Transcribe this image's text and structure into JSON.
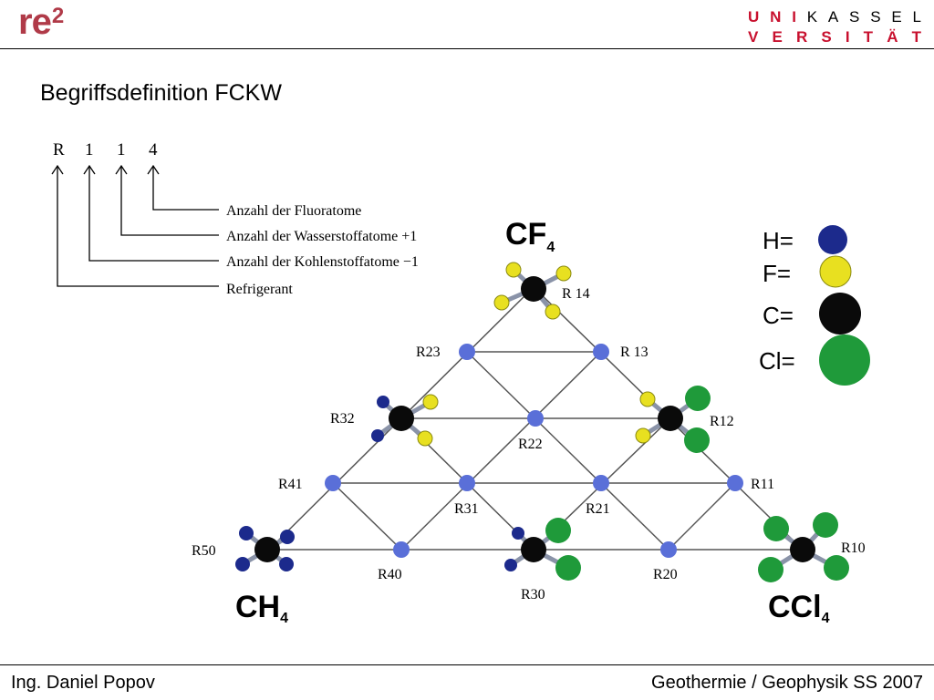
{
  "header": {
    "logo_text": "re",
    "logo_sup": "2",
    "university_row1": [
      "U",
      "N",
      "I",
      "K",
      "A",
      "S",
      "S",
      "E",
      "L"
    ],
    "university_row2": [
      "V",
      "E",
      "R",
      "S",
      "I",
      "T",
      "Ä",
      "T"
    ],
    "accent_color": "#c8102e"
  },
  "slide": {
    "title": "Begriffsdefinition FCKW"
  },
  "naming_scheme": {
    "letters": [
      "R",
      "1",
      "1",
      "4"
    ],
    "labels": [
      "Anzahl der Fluoratome",
      "Anzahl der Wasserstoffatome +1",
      "Anzahl der Kohlenstoffatome −1",
      "Refrigerant"
    ]
  },
  "triangle": {
    "corner_formulas": {
      "top": "CF",
      "top_sub": "4",
      "left": "CH",
      "left_sub": "4",
      "right": "CCl",
      "right_sub": "4"
    },
    "node_labels": [
      "R 14",
      "R23",
      "R 13",
      "R32",
      "R22",
      "R12",
      "R41",
      "R31",
      "R21",
      "R11",
      "R50",
      "R40",
      "R30",
      "R20",
      "R10"
    ]
  },
  "legend": {
    "items": [
      {
        "label": "H=",
        "color": "#1c2a8c",
        "icon": "hydrogen-atom"
      },
      {
        "label": "F=",
        "color": "#e8e020",
        "icon": "fluorine-atom"
      },
      {
        "label": "C=",
        "color": "#0a0a0a",
        "icon": "carbon-atom"
      },
      {
        "label": "Cl=",
        "color": "#1f9a3a",
        "icon": "chlorine-atom"
      }
    ]
  },
  "footer": {
    "left": "Ing. Daniel Popov",
    "right": "Geothermie / Geophysik  SS 2007"
  }
}
